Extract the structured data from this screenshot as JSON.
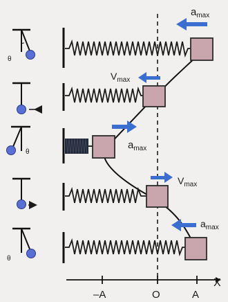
{
  "labels": {
    "a_max_1": "a",
    "a_max_1_sub": "max",
    "v_max_1": "V",
    "v_max_1_sub": "max",
    "a_max_2": "a",
    "a_max_2_sub": "max",
    "v_max_2": "V",
    "v_max_2_sub": "max",
    "a_max_3": "a",
    "a_max_3_sub": "max",
    "theta_1": "θ",
    "theta_2": "θ",
    "theta_3": "θ",
    "axis_x": "X",
    "tick_neg_a": "–A",
    "tick_o": "O",
    "tick_a": "A"
  },
  "colors": {
    "spring": "#1a1a1a",
    "block": "#c9a6ae",
    "block_stroke": "#2b2b2b",
    "arrow": "#3a6fd0",
    "bob": "#5a6fd6"
  }
}
